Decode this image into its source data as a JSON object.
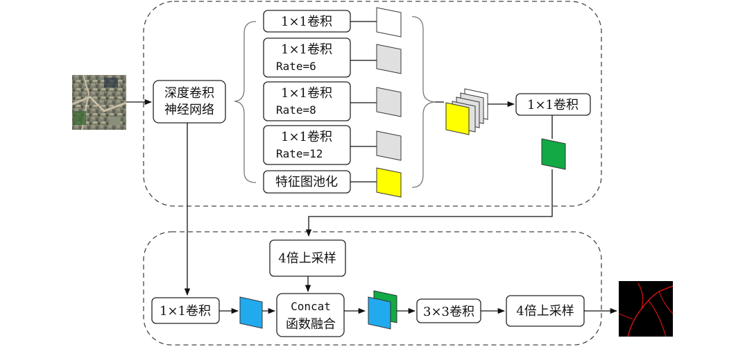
{
  "colors": {
    "feature_white": "#ffffff",
    "feature_gray": "#e0e0e0",
    "feature_yellow": "#ffff00",
    "feature_green": "#11aa44",
    "feature_blue": "#22aaee",
    "output_background": "#000000",
    "output_lines": "#cc1111"
  },
  "encoder": {
    "backbone_line1": "深度卷积",
    "backbone_line2": "神经网络",
    "branches": [
      {
        "line1": "1×1卷积",
        "line2": ""
      },
      {
        "line1": "1×1卷积",
        "line2": "Rate=6"
      },
      {
        "line1": "1×1卷积",
        "line2": "Rate=8"
      },
      {
        "line1": "1×1卷积",
        "line2": "Rate=12"
      },
      {
        "line1": "特征图池化",
        "line2": ""
      }
    ],
    "fuse_conv": "1×1卷积"
  },
  "decoder": {
    "upsample_top": "4倍上采样",
    "low_level_conv": "1×1卷积",
    "concat_line1": "Concat",
    "concat_line2": "函数融合",
    "conv3x3": "3×3卷积",
    "upsample_final": "4倍上采样"
  }
}
